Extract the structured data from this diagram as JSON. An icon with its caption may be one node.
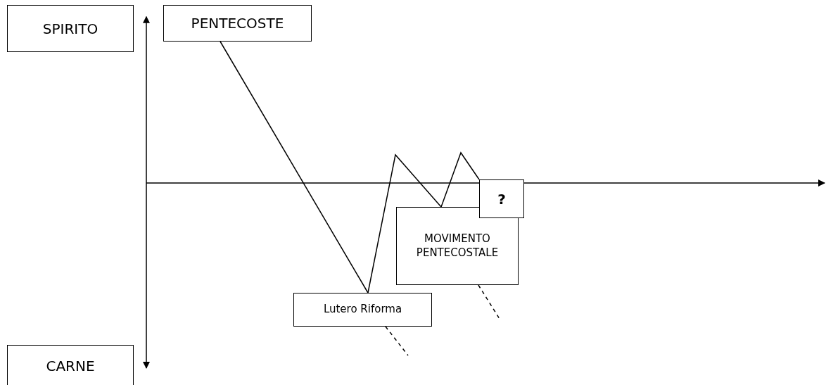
{
  "diagram": {
    "nodes": [
      {
        "text": [
          "SPIRITO"
        ]
      },
      {
        "text": [
          "PENTECOSTE"
        ]
      },
      {
        "text": [
          "Lutero Riforma"
        ]
      },
      {
        "text": [
          "MOVIMENTO PENTECOSTALE"
        ]
      },
      {
        "text": [
          "?"
        ]
      },
      {
        "text": [
          "CARNE"
        ]
      }
    ],
    "edges": [
      {
        "from": 1,
        "to": 2,
        "arrow": "none"
      },
      {
        "from": 2,
        "to": 3,
        "arrow": "none"
      },
      {
        "from": 3,
        "to": 4,
        "arrow": "none"
      },
      {
        "from": 2,
        "to": null,
        "arrow": "none",
        "style": "dashed"
      },
      {
        "from": 3,
        "to": null,
        "arrow": "none",
        "style": "dashed"
      },
      {
        "from": 0,
        "to": 5,
        "arrow": "both"
      }
    ]
  }
}
